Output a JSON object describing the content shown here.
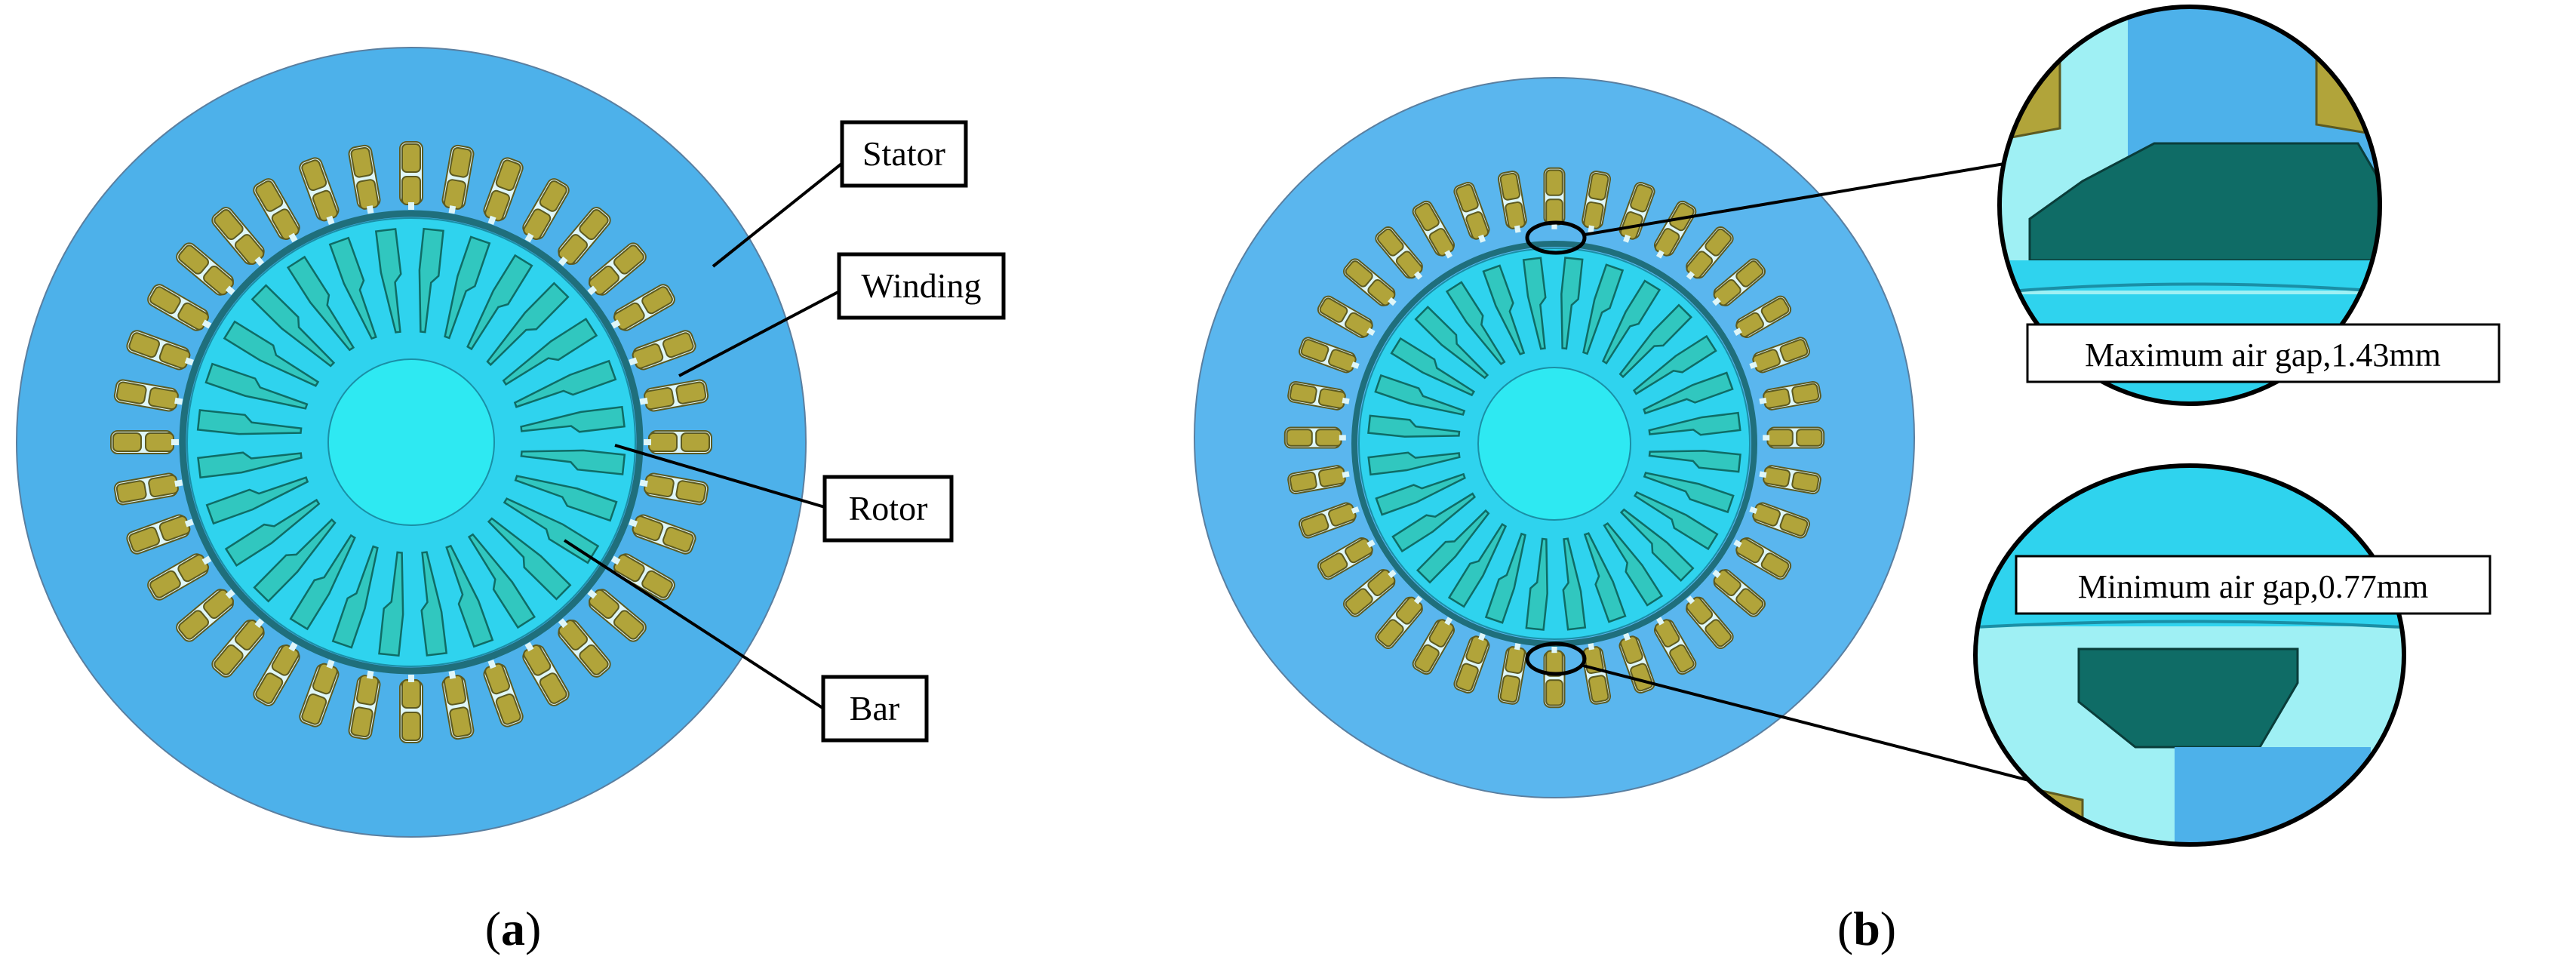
{
  "panel_a": {
    "caption_letter": "a",
    "labels": {
      "stator": "Stator",
      "winding": "Winding",
      "rotor": "Rotor",
      "bar": "Bar"
    }
  },
  "panel_b": {
    "caption_letter": "b",
    "max_gap_label": "Maximum air gap,1.43mm",
    "min_gap_label": "Minimum air gap,0.77mm"
  },
  "colors": {
    "stator": "#4db1ea",
    "stator_b": "#5ab6ee",
    "rotor": "#2fd3ee",
    "shaft": "#2ee9f2",
    "winding": "#b1a43a",
    "bar": "#31c7bf",
    "bar_dark": "#0f6c66",
    "light_cyan": "#9ff0f4"
  },
  "slots": {
    "stator": 36,
    "rotor": 28
  }
}
